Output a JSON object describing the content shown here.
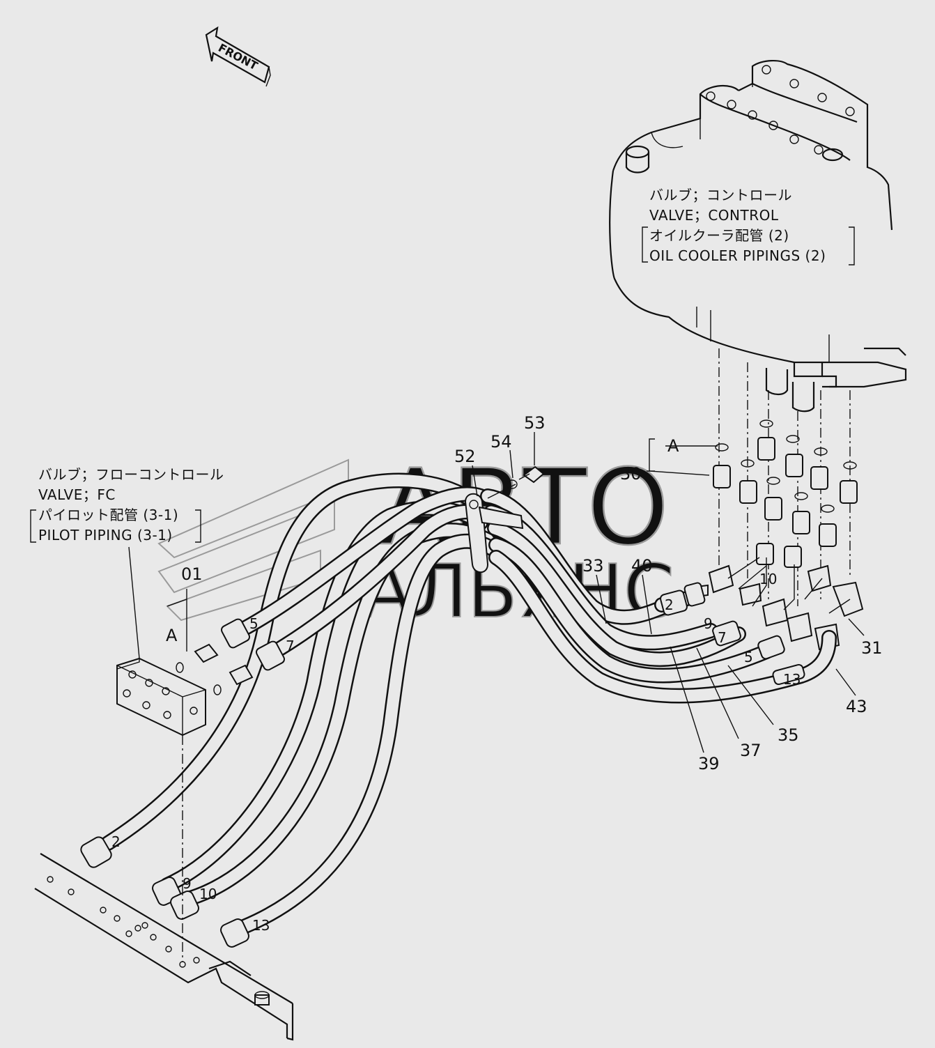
{
  "front_arrow": {
    "text": "FRONT"
  },
  "control_valve_note": {
    "line1": "バルブ；コントロール",
    "line2": "VALVE；CONTROL",
    "line3": "オイルクーラ配管 (2)",
    "line4": "OIL  COOLER  PIPINGS (2)"
  },
  "fc_valve_note": {
    "line1": "バルブ；フローコントロール",
    "line2": "VALVE；FC",
    "line3": "パイロット配管 (3-1)",
    "line4": "PILOT  PIPING (3-1)"
  },
  "callouts": {
    "c53": "53",
    "c54": "54",
    "c52": "52",
    "cA_top": "A",
    "c30": "30",
    "c33": "33",
    "c40": "40",
    "c31": "31",
    "c43": "43",
    "c35": "35",
    "c37": "37",
    "c39": "39",
    "c01": "01",
    "cA_left": "A"
  },
  "hose_marks": {
    "h2_right": "2",
    "h9_right": "9",
    "h10_right": "10",
    "h7_right": "7",
    "h5_right": "5",
    "h13_right": "13",
    "h5_left": "5",
    "h7_left": "7",
    "h2_bottom": "2",
    "h9_bottom": "9",
    "h10_bottom": "10",
    "h13_bottom": "13"
  },
  "watermark": {
    "line1": "АВТО",
    "line2": "АЛЬЯНС"
  }
}
